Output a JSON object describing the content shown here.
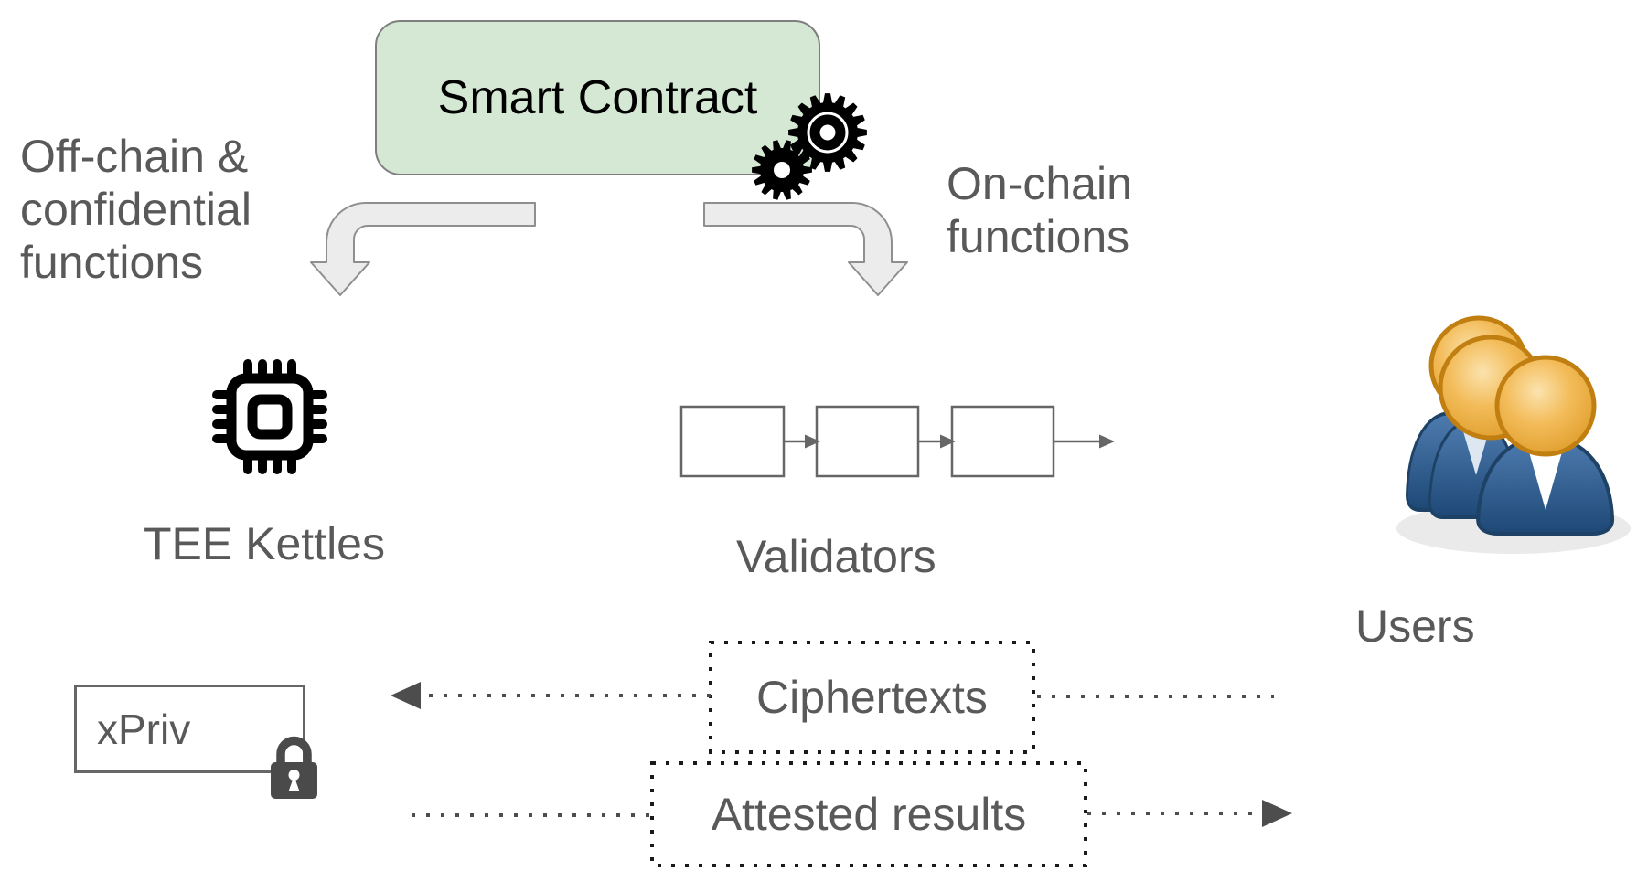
{
  "diagram": {
    "smart_contract": "Smart Contract",
    "off_chain_label": [
      "Off-chain &",
      "confidential",
      "functions"
    ],
    "on_chain_label": [
      "On-chain",
      "functions"
    ],
    "tee_kettles": "TEE Kettles",
    "validators": "Validators",
    "users": "Users",
    "xpriv": "xPriv",
    "ciphertexts": "Ciphertexts",
    "attested_results": "Attested results"
  },
  "icons": {
    "gears": "gears-icon",
    "cpu_chip": "cpu-chip-icon",
    "blockchain": "blockchain-blocks",
    "lock": "lock-icon",
    "users_group": "users-group-icon"
  },
  "colors": {
    "green-fill": "#d5e8d4",
    "box-stroke": "#7e7e7e",
    "label-gray": "#595959",
    "ink": "#000000",
    "arrow-fill": "#ececec",
    "arrow-stroke": "#8f8f8f",
    "block-stroke": "#666666",
    "dot-ink": "#1a1a1a",
    "line-gray": "#4d4d4d",
    "lock-gray": "#4a4a4a",
    "head-orange": "#eda83b",
    "head-border": "#c07f10",
    "body-blue": "#2e5e95",
    "body-border": "#1e4166"
  }
}
